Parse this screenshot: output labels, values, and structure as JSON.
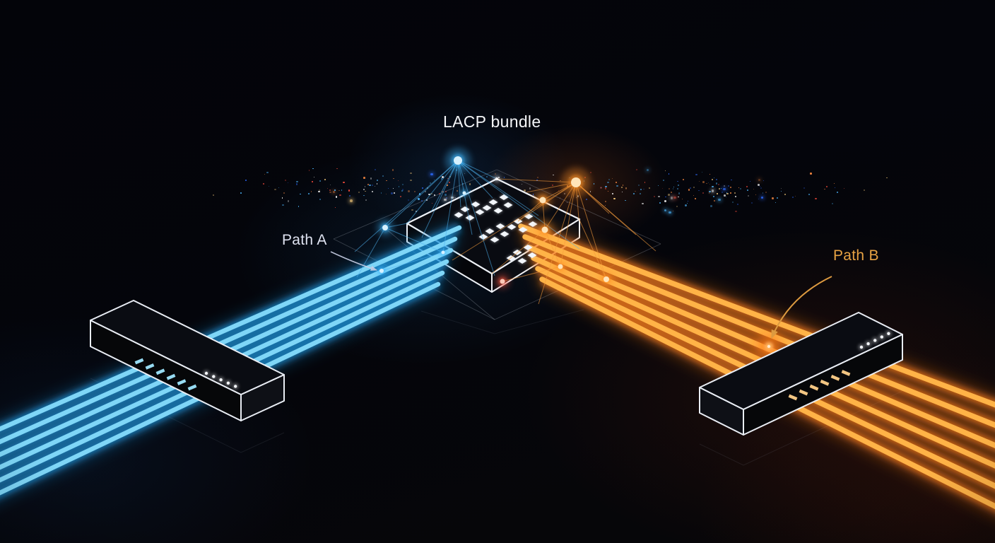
{
  "labels": {
    "bundle": "LACP bundle",
    "path_a": "Path A",
    "path_b": "Path B"
  },
  "palette": {
    "background": "#04050a",
    "blue_core": "#7fd6f7",
    "blue_glow": "#1e95dd",
    "orange_core": "#ffb347",
    "orange_glow": "#ff7f1c",
    "wireframe": "#e9edf4",
    "label_white": "#f4f5f8",
    "label_path_a": "#dee2f0",
    "label_path_b": "#e7a243",
    "node_blue": "#3fb9ff",
    "node_orange": "#ff9228",
    "node_red": "#ff5640",
    "particles": [
      "#4db8ff",
      "#2e6bff",
      "#ff8c42",
      "#ff4d3d",
      "#ffffff",
      "#ffd27f"
    ]
  },
  "diagram": {
    "path_a_links": 6,
    "path_b_links": 6,
    "left_switch": {
      "led_count": 5,
      "port_count": 6
    },
    "right_switch": {
      "led_count": 5,
      "port_count": 6
    }
  }
}
